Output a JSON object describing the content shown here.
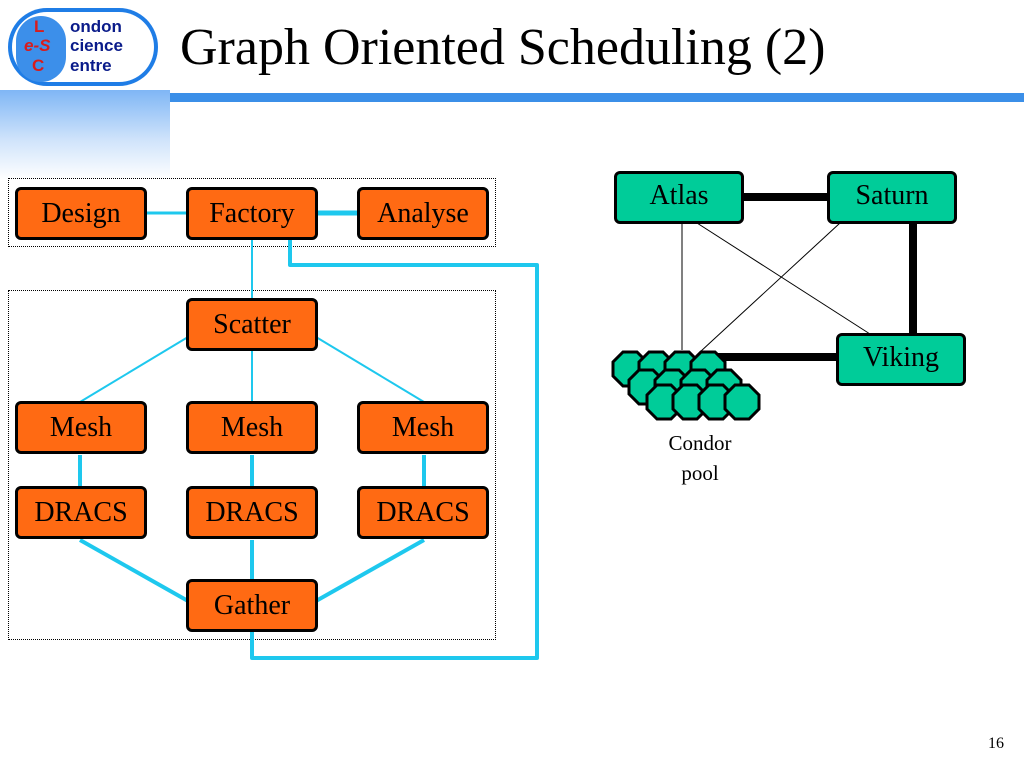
{
  "slide": {
    "title": "Graph Oriented Scheduling (2)",
    "number": "16"
  },
  "logo": {
    "letters": [
      "L",
      "e-S",
      "C"
    ],
    "words": [
      "ondon",
      "cience",
      "entre"
    ]
  },
  "workflow": {
    "design": "Design",
    "factory": "Factory",
    "analyse": "Analyse",
    "scatter": "Scatter",
    "mesh": [
      "Mesh",
      "Mesh",
      "Mesh"
    ],
    "dracs": [
      "DRACS",
      "DRACS",
      "DRACS"
    ],
    "gather": "Gather"
  },
  "resources": {
    "atlas": "Atlas",
    "saturn": "Saturn",
    "viking": "Viking",
    "condor_caption": [
      "Condor",
      "pool"
    ]
  },
  "colors": {
    "task_node": "#ff6a13",
    "resource_node": "#00cc99",
    "workflow_edge": "#1ec8ee",
    "accent_bar": "#3b8fe8"
  }
}
